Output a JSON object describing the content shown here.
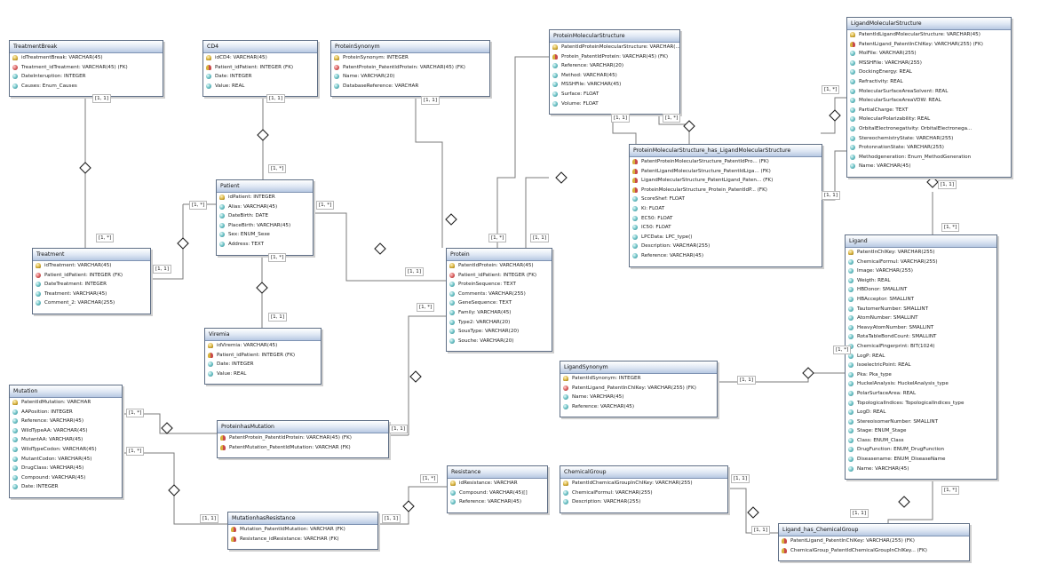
{
  "tables": {
    "treatmentbreak": {
      "name": "TreatmentBreak",
      "cols": [
        {
          "t": "pk",
          "text": "idTreatmentBreak: VARCHAR(45)"
        },
        {
          "t": "fk",
          "text": "Treatment_idTreatment: VARCHAR(45) (FK)"
        },
        {
          "t": "col",
          "text": "DateInteruption: INTEGER"
        },
        {
          "t": "col",
          "text": "Causes: Enum_Causes"
        }
      ]
    },
    "cd4": {
      "name": "CD4",
      "cols": [
        {
          "t": "pk",
          "text": "idCD4: VARCHAR(45)"
        },
        {
          "t": "pf",
          "text": "Patient_idPatient: INTEGER (FK)"
        },
        {
          "t": "col",
          "text": "Date: INTEGER"
        },
        {
          "t": "col",
          "text": "Value: REAL"
        }
      ]
    },
    "proteinsynonym": {
      "name": "ProteinSynonym",
      "cols": [
        {
          "t": "pk",
          "text": "ProteinSynonym: INTEGER"
        },
        {
          "t": "fk",
          "text": "PatentProtein_PatentIdProtein: VARCHAR(45) (FK)"
        },
        {
          "t": "col",
          "text": "Name: VARCHAR(20)"
        },
        {
          "t": "col",
          "text": "DatabaseReference: VARCHAR"
        }
      ]
    },
    "pms": {
      "name": "ProteinMolecularStructure",
      "cols": [
        {
          "t": "pk",
          "text": "PatentIdProteinMolecularStructure: VARCHAR(..."
        },
        {
          "t": "pf",
          "text": "Protein_PatentIdProtein: VARCHAR(45) (FK)"
        },
        {
          "t": "col",
          "text": "Reference: VARCHAR(20)"
        },
        {
          "t": "col",
          "text": "Method: VARCHAR(45)"
        },
        {
          "t": "col",
          "text": "MSSHFile: VARCHAR(45)"
        },
        {
          "t": "col",
          "text": "Surface: FLOAT"
        },
        {
          "t": "col",
          "text": "Volume: FLOAT"
        }
      ]
    },
    "lms": {
      "name": "LigandMolecularStructure",
      "cols": [
        {
          "t": "pk",
          "text": "PatentIdLigandMolecularStructure: VARCHAR(45)"
        },
        {
          "t": "pf",
          "text": "PatentLigand_PatentInChIKey: VARCHAR(255) (FK)"
        },
        {
          "t": "col",
          "text": "MolFile: VARCHAR(255)"
        },
        {
          "t": "col",
          "text": "MSSHFile: VARCHAR(255)"
        },
        {
          "t": "col",
          "text": "DockingEnergy: REAL"
        },
        {
          "t": "col",
          "text": "Refractivity: REAL"
        },
        {
          "t": "col",
          "text": "MolecularSurfaceAreaSolvent: REAL"
        },
        {
          "t": "col",
          "text": "MolecularSurfaceAreaVDW: REAL"
        },
        {
          "t": "col",
          "text": "PartialCharge: TEXT"
        },
        {
          "t": "col",
          "text": "MolecularPolarizability: REAL"
        },
        {
          "t": "col",
          "text": "OrbitalElectronegativity: OrbitalElectronega..."
        },
        {
          "t": "col",
          "text": "StereochemistryState: VARCHAR(255)"
        },
        {
          "t": "col",
          "text": "ProtonnationState: VARCHAR(255)"
        },
        {
          "t": "col",
          "text": "Methodgeneration: Enum_MethodGeneration"
        },
        {
          "t": "col",
          "text": "Name: VARCHAR(45)"
        }
      ]
    },
    "pmshlms": {
      "name": "ProteinMolecularStructure_has_LigandMolecularStructure",
      "cols": [
        {
          "t": "pf",
          "text": "PatentProteinMolecularStructure_PatentIdPro... (FK)"
        },
        {
          "t": "pf",
          "text": "PatentLigandMolecularStructure_PatentIdLiga... (FK)"
        },
        {
          "t": "pf",
          "text": "LigandMolecularStructure_PatentLigand_Paten... (FK)"
        },
        {
          "t": "pf",
          "text": "ProteinMolecularStructure_Protein_PatentIdP... (FK)"
        },
        {
          "t": "col",
          "text": "ScoreShef: FLOAT"
        },
        {
          "t": "col",
          "text": "Ki: FLOAT"
        },
        {
          "t": "col",
          "text": "EC50: FLOAT"
        },
        {
          "t": "col",
          "text": "IC50: FLOAT"
        },
        {
          "t": "col",
          "text": "LPCData: LPC_type()"
        },
        {
          "t": "col",
          "text": "Description: VARCHAR(255)"
        },
        {
          "t": "col",
          "text": "Reference: VARCHAR(45)"
        }
      ]
    },
    "patient": {
      "name": "Patient",
      "cols": [
        {
          "t": "pk",
          "text": "idPatient: INTEGER"
        },
        {
          "t": "col",
          "text": "Alias: VARCHAR(45)"
        },
        {
          "t": "col",
          "text": "DateBirth: DATE"
        },
        {
          "t": "col",
          "text": "PlaceBirth: VARCHAR(45)"
        },
        {
          "t": "col",
          "text": "Sex: ENUM_Sexe"
        },
        {
          "t": "col",
          "text": "Address: TEXT"
        }
      ]
    },
    "treatment": {
      "name": "Treatment",
      "cols": [
        {
          "t": "pk",
          "text": "idTreatment: VARCHAR(45)"
        },
        {
          "t": "fk",
          "text": "Patient_idPatient: INTEGER (FK)"
        },
        {
          "t": "col",
          "text": "DateTreatment: INTEGER"
        },
        {
          "t": "col",
          "text": "Treatment: VARCHAR(45)"
        },
        {
          "t": "col",
          "text": "Comment_2: VARCHAR(255)"
        }
      ]
    },
    "protein": {
      "name": "Protein",
      "cols": [
        {
          "t": "pk",
          "text": "PatentIdProtein: VARCHAR(45)"
        },
        {
          "t": "fk",
          "text": "Patient_idPatient: INTEGER (FK)"
        },
        {
          "t": "col",
          "text": "ProteinSequence: TEXT"
        },
        {
          "t": "col",
          "text": "Comments: VARCHAR(255)"
        },
        {
          "t": "col",
          "text": "GeneSequence: TEXT"
        },
        {
          "t": "col",
          "text": "Family: VARCHAR(45)"
        },
        {
          "t": "col",
          "text": "Type2: VARCHAR(20)"
        },
        {
          "t": "col",
          "text": "SousType: VARCHAR(20)"
        },
        {
          "t": "col",
          "text": "Souche: VARCHAR(20)"
        }
      ]
    },
    "viremia": {
      "name": "Viremia",
      "cols": [
        {
          "t": "pk",
          "text": "idViremia: VARCHAR(45)"
        },
        {
          "t": "pf",
          "text": "Patient_idPatient: INTEGER (FK)"
        },
        {
          "t": "col",
          "text": "Date: INTEGER"
        },
        {
          "t": "col",
          "text": "Value: REAL"
        }
      ]
    },
    "ligand": {
      "name": "Ligand",
      "cols": [
        {
          "t": "pk",
          "text": "PatentInChIKey: VARCHAR(255)"
        },
        {
          "t": "col",
          "text": "ChemicalFormul: VARCHAR(255)"
        },
        {
          "t": "col",
          "text": "Image: VARCHAR(255)"
        },
        {
          "t": "col",
          "text": "Weigth: REAL"
        },
        {
          "t": "col",
          "text": "HBDonor: SMALLINT"
        },
        {
          "t": "col",
          "text": "HBAcceptor: SMALLINT"
        },
        {
          "t": "col",
          "text": "TautomerNumber: SMALLINT"
        },
        {
          "t": "col",
          "text": "AtomNumber: SMALLINT"
        },
        {
          "t": "col",
          "text": "HeavyAtomNumber: SMALLINT"
        },
        {
          "t": "col",
          "text": "RotaTableBondCount: SMALLINT"
        },
        {
          "t": "col",
          "text": "ChemicalFingerprint: BIT(1024)"
        },
        {
          "t": "col",
          "text": "LogP: REAL"
        },
        {
          "t": "col",
          "text": "IsoelectricPoint: REAL"
        },
        {
          "t": "col",
          "text": "Pka: Pka_type"
        },
        {
          "t": "col",
          "text": "HuckelAnalysis: HuckelAnalysis_type"
        },
        {
          "t": "col",
          "text": "PolarSurfaceArea: REAL"
        },
        {
          "t": "col",
          "text": "TopologicalIndices: TopologicalIndices_type"
        },
        {
          "t": "col",
          "text": "LogD: REAL"
        },
        {
          "t": "col",
          "text": "StereoisomerNumber: SMALLINT"
        },
        {
          "t": "col",
          "text": "Stage: ENUM_Stage"
        },
        {
          "t": "col",
          "text": "Class: ENUM_Class"
        },
        {
          "t": "col",
          "text": "DrugFunction: ENUM_DrugFunction"
        },
        {
          "t": "col",
          "text": "Diseasename: ENUM_DiseaseName"
        },
        {
          "t": "col",
          "text": "Name: VARCHAR(45)"
        }
      ]
    },
    "ligandsynonym": {
      "name": "LigandSynonym",
      "cols": [
        {
          "t": "pk",
          "text": "PatentIdSynonym: INTEGER"
        },
        {
          "t": "fk",
          "text": "PatentLigand_PatentInChIKey: VARCHAR(255) (FK)"
        },
        {
          "t": "col",
          "text": "Name: VARCHAR(45)"
        },
        {
          "t": "col",
          "text": "Reference: VARCHAR(45)"
        }
      ]
    },
    "mutation": {
      "name": "Mutation",
      "cols": [
        {
          "t": "pk",
          "text": "PatentIdMutation: VARCHAR"
        },
        {
          "t": "col",
          "text": "AAPosition: INTEGER"
        },
        {
          "t": "col",
          "text": "Reference: VARCHAR(45)"
        },
        {
          "t": "col",
          "text": "WildTypeAA: VARCHAR(45)"
        },
        {
          "t": "col",
          "text": "MutantAA: VARCHAR(45)"
        },
        {
          "t": "col",
          "text": "WildTypeCodon: VARCHAR(45)"
        },
        {
          "t": "col",
          "text": "MutantCodon: VARCHAR(45)"
        },
        {
          "t": "col",
          "text": "DrugClass: VARCHAR(45)"
        },
        {
          "t": "col",
          "text": "Compound: VARCHAR(45)"
        },
        {
          "t": "col",
          "text": "Date: INTEGER"
        }
      ]
    },
    "proteinhasmutation": {
      "name": "ProteinhasMutation",
      "cols": [
        {
          "t": "pf",
          "text": "PatentProtein_PatentIdProtein: VARCHAR(45) (FK)"
        },
        {
          "t": "pf",
          "text": "PatentMutation_PatentIdMutation: VARCHAR (FK)"
        }
      ]
    },
    "resistance": {
      "name": "Resistance",
      "cols": [
        {
          "t": "pk",
          "text": "idResistance: VARCHAR"
        },
        {
          "t": "col",
          "text": "Compound: VARCHAR(45)[]"
        },
        {
          "t": "col",
          "text": "Reference: VARCHAR(45)"
        }
      ]
    },
    "chemicalgroup": {
      "name": "ChemicalGroup",
      "cols": [
        {
          "t": "pk",
          "text": "PatentIdChemicalGroupInChIKey: VARCHAR(255)"
        },
        {
          "t": "col",
          "text": "ChemicalFormul: VARCHAR(255)"
        },
        {
          "t": "col",
          "text": "Description: VARCHAR(255)"
        }
      ]
    },
    "mutationhasresistance": {
      "name": "MutationhasResistance",
      "cols": [
        {
          "t": "pf",
          "text": "Mutation_PatentIdMutation: VARCHAR (FK)"
        },
        {
          "t": "pf",
          "text": "Resistance_idResistance: VARCHAR (FK)"
        }
      ]
    },
    "ligandhaschemicalgroup": {
      "name": "Ligand_has_ChemicalGroup",
      "cols": [
        {
          "t": "pf",
          "text": "PatentLigand_PatentInChIKey: VARCHAR(255) (FK)"
        },
        {
          "t": "pf",
          "text": "ChemicalGroup_PatentIdChemicalGroupInChIKey... (FK)"
        }
      ]
    }
  },
  "cardinality_labels": [
    "[1, 1]",
    "[1, 1]",
    "[1, 1]",
    "[1, 1]",
    "[1, *]",
    "[1, *]",
    "[1, *]",
    "[1, *]",
    "[1, 1]",
    "[1, *]",
    "[1, *]",
    "[1, 1]",
    "[1, 1]",
    "[1, *]",
    "[1, *]",
    "[1, 1]",
    "[1, 1]",
    "[1, 1]",
    "[1, *]",
    "[1, *]",
    "[1, *]",
    "[1, *]",
    "[1, 1]",
    "[1, 1]",
    "[1, 1]",
    "[1, *]",
    "[1, 1]",
    "[1, 1]",
    "[1, *]",
    "[1, 1]",
    "[1, 1]",
    "[1, *]"
  ]
}
